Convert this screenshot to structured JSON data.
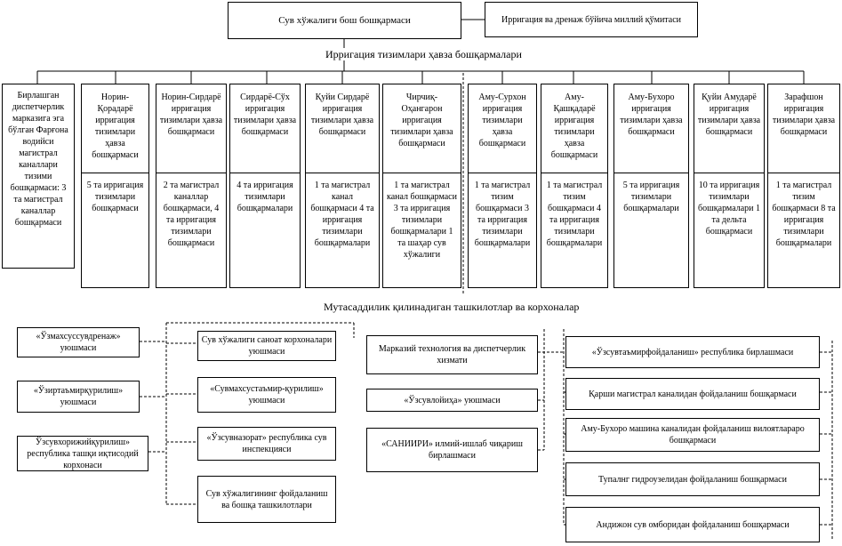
{
  "top": {
    "main": "Сув хўжалиги бош бошқармаси",
    "side": "Ирригация ва дренаж бўйича миллий қўмитаси"
  },
  "basin_title": "Ирригация тизимлари ҳавза бошқармалари",
  "columns": [
    {
      "single": "Бирлашган диспетчерлик марказига эга бўлган Фарғона водийси магистрал каналлари тизими бошқармаси: 3 та магистрал каналлар бошқармаси"
    },
    {
      "head": "Норин-Қорадарё ирригация тизимлари ҳавза бошқармаси",
      "body": "5 та ирригация тизимлари бошқармаси"
    },
    {
      "head": "Норин-Сирдарё ирригация тизимлари ҳавза бошқармаси",
      "body": "2 та магистрал каналлар бошқармаси, 4 та ирригация тизимлари бошқармаси"
    },
    {
      "head": "Сирдарё-Сўх ирригация тизимлари ҳавза бошқармаси",
      "body": "4 та ирригация тизимлари бошқармалари"
    },
    {
      "head": "Қуйи Сирдарё ирригация тизимлари ҳавза бошқармаси",
      "body": "1 та магистрал канал бошқармаси 4 та ирригация тизимлари бошқармалари"
    },
    {
      "head": "Чирчиқ-Оҳангарон ирригация тизимлари ҳавза бошқармаси",
      "body": "1 та магистрал канал бошқармаси 3 та ирригация тизимлари бошқармалари 1 та шаҳар сув хўжалиги"
    },
    {
      "head": "Аму-Сурхон ирригация тизимлари ҳавза бошқармаси",
      "body": "1 та магистрал тизим бошқармаси 3 та ирригация тизимлари бошқармалари"
    },
    {
      "head": "Аму-Қашқадарё ирригация тизимлари ҳавза бошқармаси",
      "body": "1 та магистрал тизим бошқармаси 4 та ирригация тизимлари бошқармалари"
    },
    {
      "head": "Аму-Бухоро ирригация тизимлари ҳавза бошқармаси",
      "body": "5 та ирригация тизимлари бошқармалари"
    },
    {
      "head": "Қуйи Амударё ирригация тизимлари ҳавза бошқармаси",
      "body": "10 та ирригация тизимлари бошқармалари 1 та дельта бошқармаси"
    },
    {
      "head": "Зарафшон ирригация тизимлари ҳавза бошқармаси",
      "body": "1 та магистрал тизим бошқармаси 8 та ирригация тизимлари бошқармалари"
    }
  ],
  "subordinate_title": "Мутасаддилик қилинадиган ташкилотлар ва корхоналар",
  "left_boxes": [
    "«Ўзмахсуссувдренаж» уюшмаси",
    "«Ўзиртаъмирқурилиш» уюшмаси",
    "Ўзсувхорижийқурилиш» республика ташқи иқтисодий корхонаси"
  ],
  "mid_boxes": [
    "Сув хўжалиги саноат корхоналари уюшмаси",
    "«Сувмахсустаъмир-қурилиш» уюшмаси",
    "«Ўзсувназорат» республика сув инспекцияси",
    "Сув хўжалигининг фойдаланиш ва бошқа ташкилотлари"
  ],
  "center_boxes": [
    "Марказий технология ва диспетчерлик хизмати",
    "«Ўзсувлойиҳа» уюшмаси",
    "«САНИИРИ» илмий-ишлаб чиқариш бирлашмаси"
  ],
  "right_boxes": [
    "«Ўзсувтаъмирфойдаланиш» республика бирлашмаси",
    "Қарши магистрал каналидан фойдаланиш бошқармаси",
    "Аму-Бухоро машина каналидан фойдаланиш вилоятлараро бошқармаси",
    "Тупалнг гидроузелидан фойдаланиш бошқармаси",
    "Андижон сув омборидан фойдаланиш бошқармаси"
  ]
}
